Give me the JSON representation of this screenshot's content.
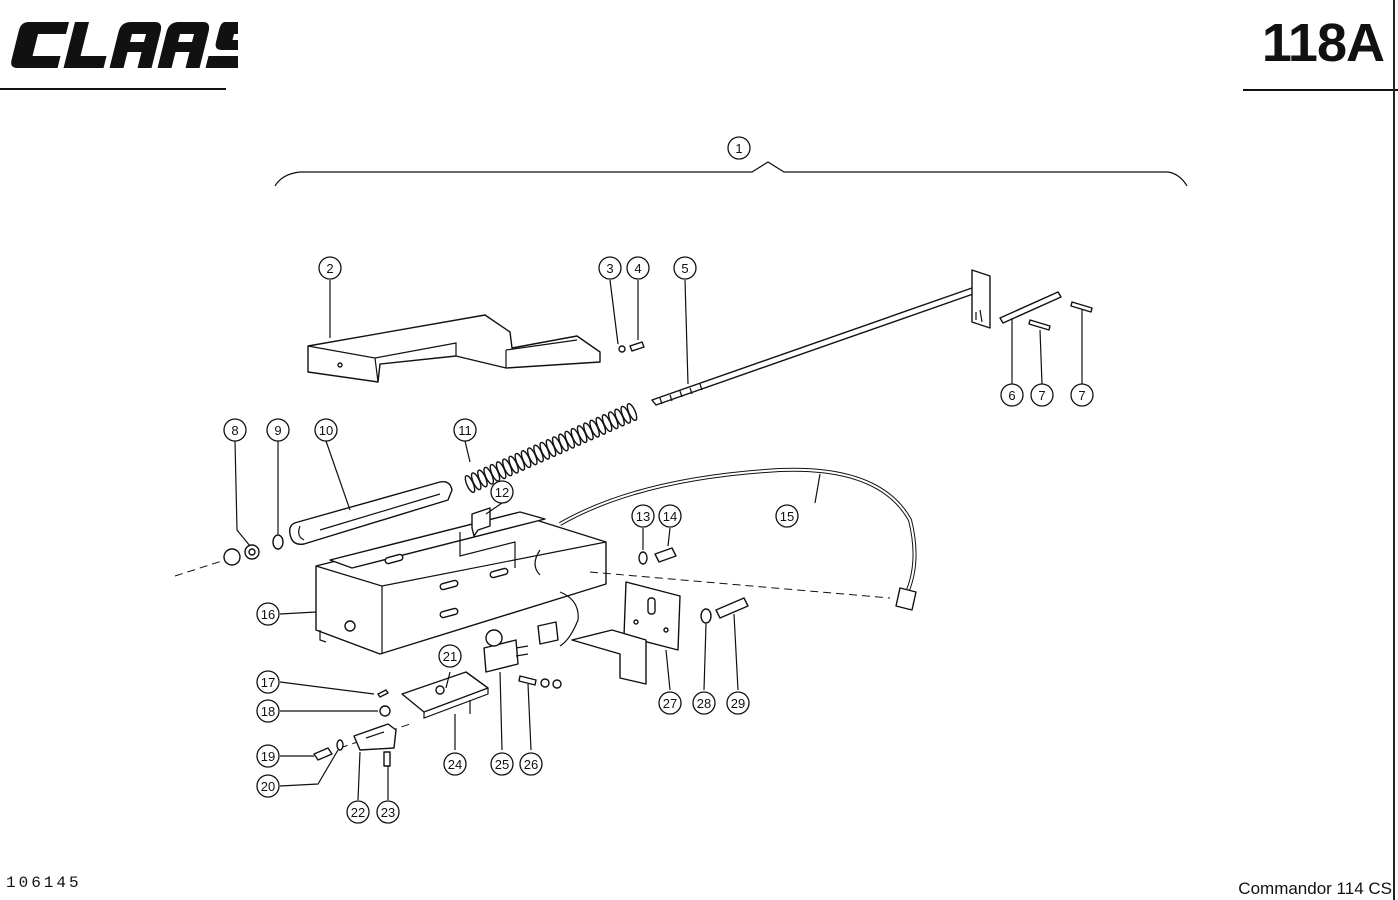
{
  "header": {
    "brand": "CLAAS",
    "page_number": "118A"
  },
  "footer": {
    "drawing_number": "106145",
    "model": "Commandor 114 CS"
  },
  "callouts": [
    "1",
    "2",
    "3",
    "4",
    "5",
    "6",
    "7",
    "7",
    "8",
    "9",
    "10",
    "11",
    "12",
    "13",
    "14",
    "15",
    "16",
    "17",
    "18",
    "19",
    "20",
    "21",
    "22",
    "23",
    "24",
    "25",
    "26",
    "27",
    "28",
    "29"
  ]
}
